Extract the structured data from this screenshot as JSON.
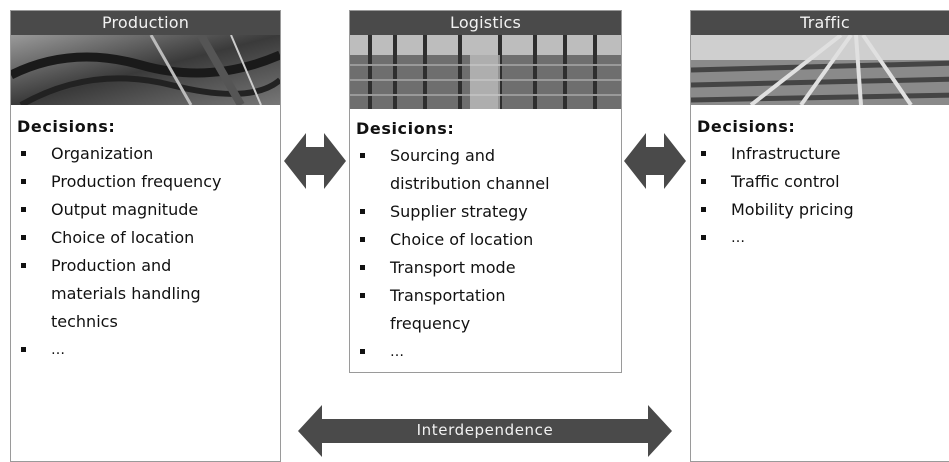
{
  "production": {
    "title": "Production",
    "decisions_label": "Decisions:",
    "items": [
      "Organization",
      "Production frequency",
      "Output magnitude",
      "Choice of location",
      "Production and",
      "materials handling",
      "technics",
      "…"
    ]
  },
  "logistics": {
    "title": "Logistics",
    "decisions_label": "Desicions:",
    "items": [
      "Sourcing and",
      "distribution channel",
      "Supplier strategy",
      "Choice of location",
      "Transport mode",
      "Transportation",
      "frequency",
      "…"
    ]
  },
  "traffic": {
    "title": "Traffic",
    "decisions_label": "Decisions:",
    "items": [
      "Infrastructure",
      "Traffic control",
      "Mobility pricing",
      "…"
    ]
  },
  "interdependence": {
    "label": "Interdependence"
  },
  "colors": {
    "header": "#4a4a4a",
    "arrow": "#4a4a4a",
    "border": "#9a9a9a"
  }
}
